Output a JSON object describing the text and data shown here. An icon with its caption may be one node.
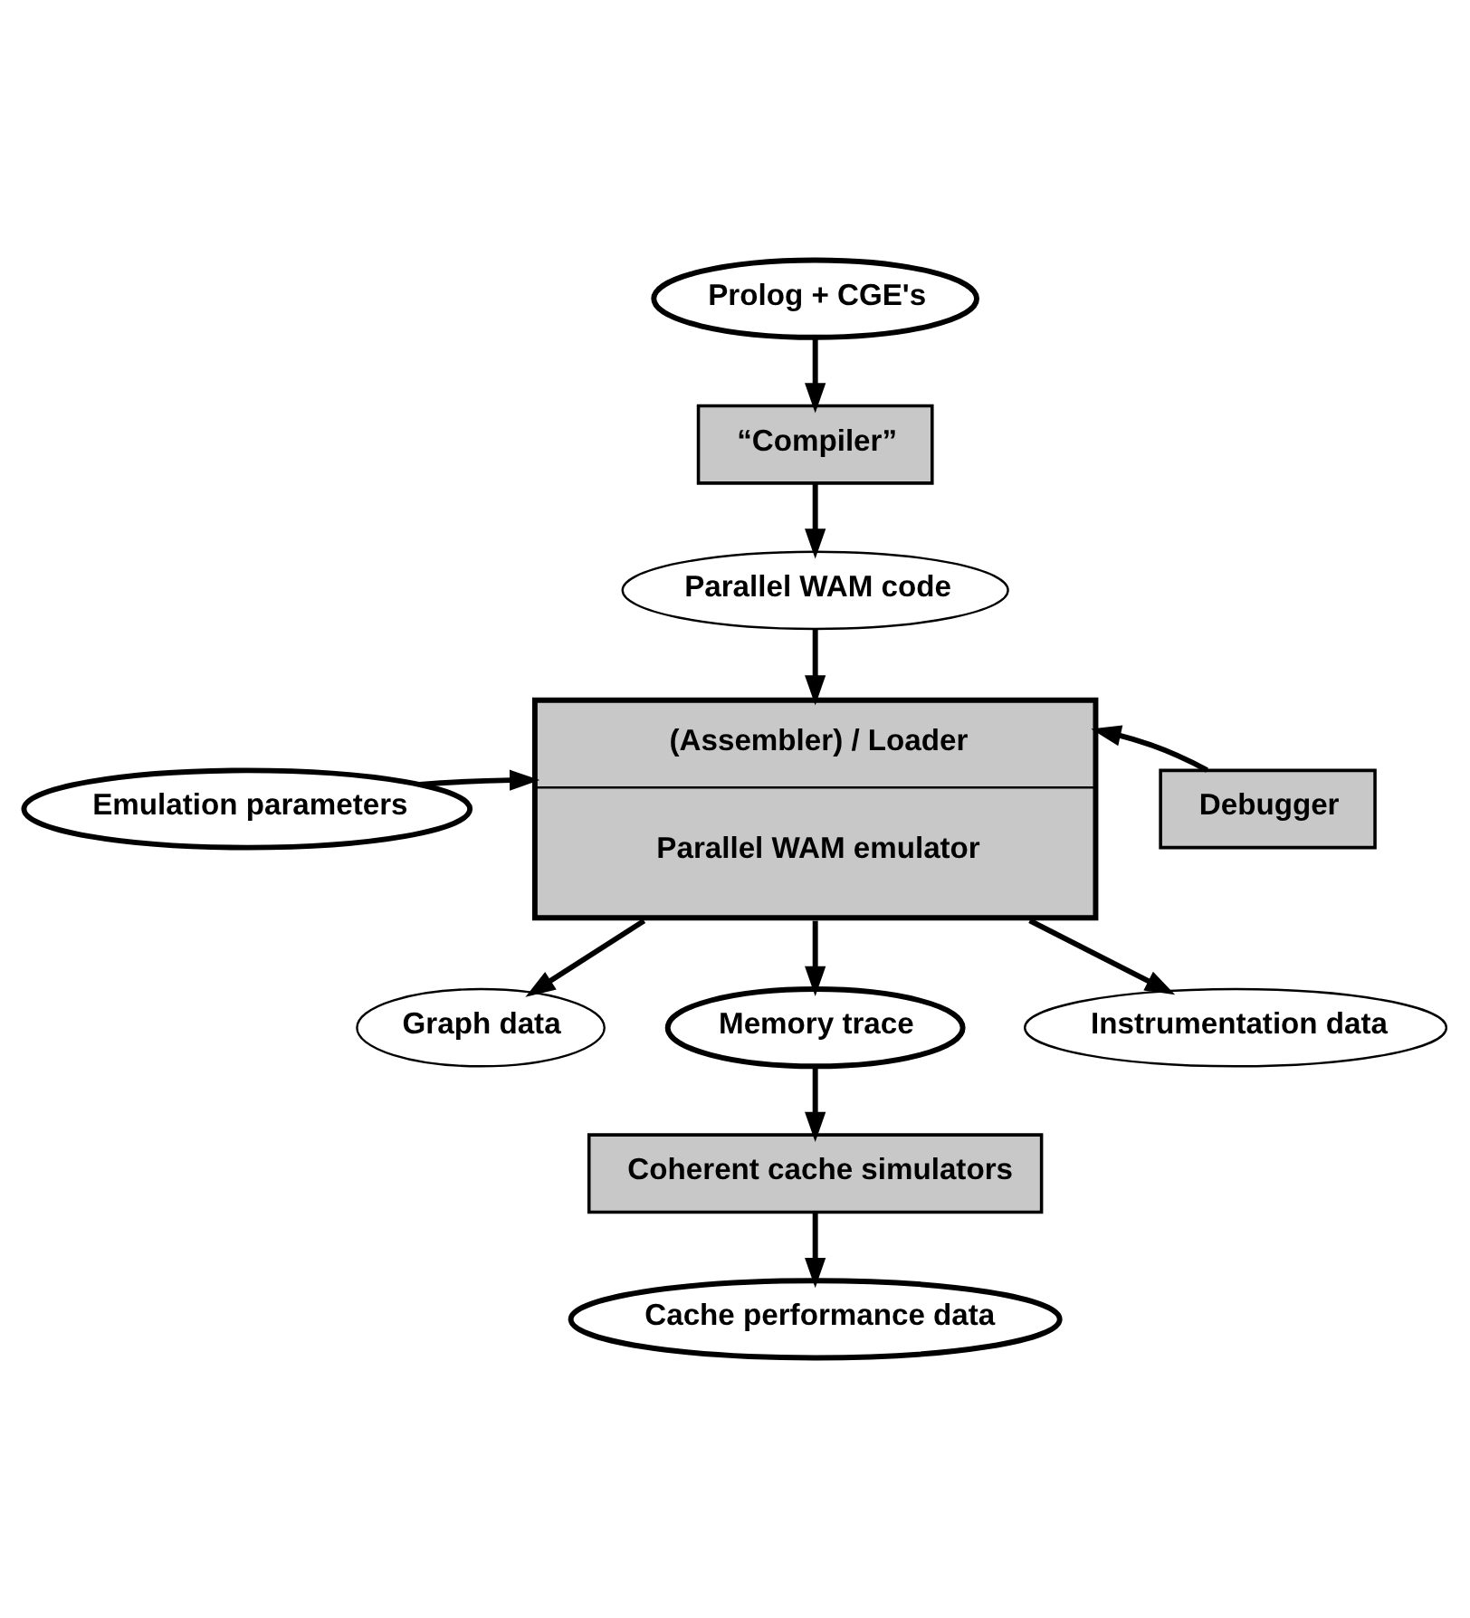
{
  "diagram": {
    "nodes": [
      {
        "text": [
          "Prolog + CGE's"
        ]
      },
      {
        "text": [
          "“Compiler”"
        ]
      },
      {
        "text": [
          "Parallel WAM code"
        ]
      },
      {
        "text": [
          "Emulation parameters"
        ]
      },
      {
        "text": [
          "(Assembler) / Loader",
          "Parallel WAM emulator"
        ]
      },
      {
        "text": [
          "Debugger"
        ]
      },
      {
        "text": [
          "Graph data"
        ]
      },
      {
        "text": [
          "Memory trace"
        ]
      },
      {
        "text": [
          "Instrumentation data"
        ]
      },
      {
        "text": [
          "Coherent cache simulators"
        ]
      },
      {
        "text": [
          "Cache performance data"
        ]
      }
    ],
    "edges": [
      {
        "from": 0,
        "to": 1,
        "arrow": "to"
      },
      {
        "from": 1,
        "to": 2,
        "arrow": "to"
      },
      {
        "from": 2,
        "to": 4,
        "arrow": "to"
      },
      {
        "from": 3,
        "to": 4,
        "arrow": "to"
      },
      {
        "from": 5,
        "to": 4,
        "arrow": "to"
      },
      {
        "from": 4,
        "to": 6,
        "arrow": "to"
      },
      {
        "from": 4,
        "to": 7,
        "arrow": "to"
      },
      {
        "from": 4,
        "to": 8,
        "arrow": "to"
      },
      {
        "from": 7,
        "to": 9,
        "arrow": "to"
      },
      {
        "from": 9,
        "to": 10,
        "arrow": "to"
      }
    ]
  }
}
